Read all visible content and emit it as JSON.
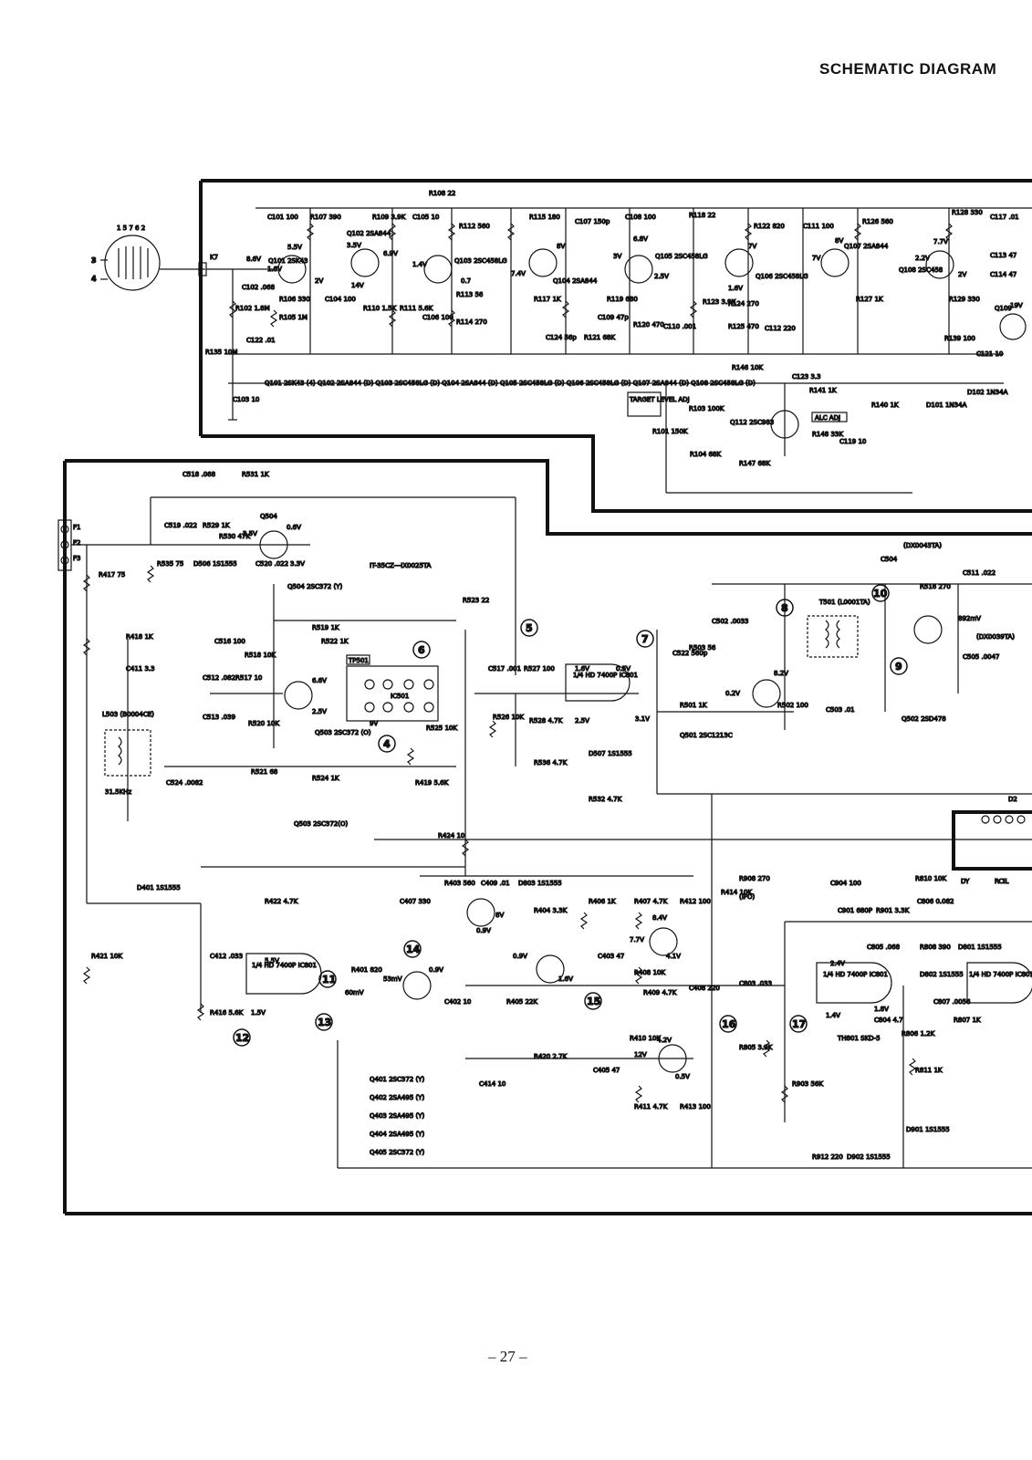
{
  "header": {
    "title": "SCHEMATIC DIAGRAM"
  },
  "footer": {
    "page_number": "– 27 –"
  },
  "top_section": {
    "tube_pins": "1 5 7 6 2",
    "connector": "K7",
    "components": [
      "R108 22",
      "C101 100",
      "R107 390",
      "R109 3.9K",
      "C105 10",
      "R112 560",
      "R115 180",
      "C107 150p",
      "C108 100",
      "R118 22",
      "R122 820",
      "C111 100",
      "R126 560",
      "R128 330",
      "C117 .01",
      "C102 .068",
      "R102 1.8M",
      "R106 330",
      "R105 1M",
      "C104 100",
      "R110 1.5K",
      "R111 5.6K",
      "C106 100",
      "R113 56",
      "R114 270",
      "R117 1K",
      "R119 680",
      "R120 470",
      "C109 47p",
      "R121 68K",
      "C124 56p",
      "C110 .001",
      "R123 3.9K",
      "R124 270",
      "R125 470",
      "C112 220",
      "R127 1K",
      "R129 330",
      "R139 100",
      "C121 10",
      "C113 47",
      "C114 47",
      "R135 10M",
      "C122 .01",
      "C103 10",
      "R146 10K",
      "C123 3.3",
      "R141 1K",
      "R140 1K",
      "D101 1N34A",
      "D102 1N34A",
      "R103 100K",
      "R101 150K",
      "R104 68K",
      "R147 68K",
      "R148 33K",
      "C119 10"
    ],
    "transistors": [
      "Q101 2SK43",
      "Q102 2SA844",
      "Q103 2SC458LG",
      "Q104 2SA844",
      "Q105 2SC458LG",
      "Q106 2SC458LG",
      "Q107 2SA844",
      "Q108 2SC458",
      "Q109",
      "Q112 2SC983"
    ],
    "transistor_list": "Q101 2SK43 (4)   Q102 2SA844 (D)   Q103 2SC458LG (D)   Q104 2SA844 (D)   Q105 2SC458LG (D)   Q106 2SC458LG (D)   Q107 2SA844 (D)   Q108 2SC458LG (D)",
    "target_level": "TARGET LEVEL ADJ",
    "alc_adj": "ALC ADJ",
    "voltages": [
      "8.6V",
      "1.8V",
      "5.5V",
      "2V",
      "3.5V",
      "6.9V",
      "14V",
      "7.4V",
      "1.4V",
      "0.7",
      "8V",
      "3V",
      "6.8V",
      "2.5V",
      "7V",
      "1.6V",
      "8V",
      "7V",
      "2.2V",
      "7.7V",
      "2V",
      "19V"
    ]
  },
  "bottom_section": {
    "terminals": [
      "F1",
      "F2",
      "F3"
    ],
    "ic_label": "IT-35CZ---IX0025TA",
    "ic501": "IC501",
    "tp501": "TP501",
    "ic801": "1/4 HD 7400P IC801",
    "t501": "T501 (L0001TA)",
    "l503": "L503 (B0004CE)",
    "freq": "31.5KHz",
    "components": [
      "C518 .068",
      "R531 1K",
      "C519 .022",
      "R529 1K",
      "R530 47K",
      "R535 75",
      "D506 1S1555",
      "C520 .022",
      "R417 75",
      "R418 1K",
      "C411 3.3",
      "C516 100",
      "R518 10K",
      "R519 1K",
      "R522 1K",
      "C512 .082",
      "R517 10",
      "C513 .039",
      "R520 10K",
      "R521 68",
      "R524 1K",
      "R523 22",
      "R525 10K",
      "R419 5.6K",
      "C524 .0082",
      "C517 .001",
      "R527 100",
      "R526 10K",
      "R528 4.7K",
      "R536 4.7K",
      "D507 1S1555",
      "R532 4.7K",
      "R503 56",
      "C502 .0033",
      "C504",
      "R516 270",
      "C511 .022",
      "C505 .0047",
      "R501 1K",
      "R502 100",
      "C503 .01",
      "C522 560p",
      "R424 10",
      "D401 1S1555",
      "R422 4.7K",
      "R421 10K",
      "C412 .033",
      "R416 5.6K",
      "R401 820",
      "C407 330",
      "R403 560",
      "C409 .01",
      "D803 1S1555",
      "R404 3.3K",
      "R406 1K",
      "R407 4.7K",
      "R412 100",
      "R414 10K",
      "C403 47",
      "C402 10",
      "R405 22K",
      "R408 10K",
      "R409 4.7K",
      "C408 220",
      "R410 10K",
      "R411 4.7K",
      "R413 100",
      "C405 47",
      "R420 2.7K",
      "C414 10",
      "R908 270",
      "C904 100",
      "C901 680P",
      "R901 3.3K",
      "R810 10K",
      "C806 0.082",
      "C805 .068",
      "R808 390",
      "D801 1S1555",
      "D802 1S1555",
      "C803 .033",
      "R805 3.9K",
      "R903 56K",
      "C804 4.7",
      "C807 .0056",
      "R806 1.2K",
      "R807 1K",
      "TH801 SKD-5",
      "R811 1K",
      "D901 1S1555",
      "R912 220",
      "D902 1S1555"
    ],
    "transistor_list": [
      "Q401 2SC372 (Y)",
      "Q402 2SA495 (Y)",
      "Q403 2SA495 (Y)",
      "Q404 2SA495 (Y)",
      "Q405 2SC372 (Y)"
    ],
    "q_labels": [
      "Q504",
      "Q504 2SC372 (Y)",
      "Q503 2SC372 (O)",
      "Q501 2SC1213C",
      "Q502 2SD478",
      "Q503 2SC372(O)"
    ],
    "voltages": [
      "0.6V",
      "3.5V",
      "3.3V",
      "6.6V",
      "2.5V",
      "9V",
      "1.6V",
      "0.5V",
      "2.5V",
      "3.1V",
      "0.2V",
      "8.2V",
      "892mV",
      "5.5V",
      "0.9V",
      "53mV",
      "60mV",
      "1.5V",
      "8V",
      "0.9V",
      "0.9V",
      "1.6V",
      "8.4V",
      "7.7V",
      "4.1V",
      "4.2V",
      "12V",
      "0.5V",
      "2.4V",
      "1.8V",
      "1.4V"
    ],
    "test_points": [
      "4",
      "5",
      "6",
      "7",
      "8",
      "9",
      "10",
      "11",
      "12",
      "13",
      "14",
      "15",
      "16",
      "17"
    ],
    "misc": [
      "DY",
      "RCIL",
      "D2",
      "(DX0043TA)",
      "(DX0039TA)",
      "(IPO)"
    ]
  }
}
